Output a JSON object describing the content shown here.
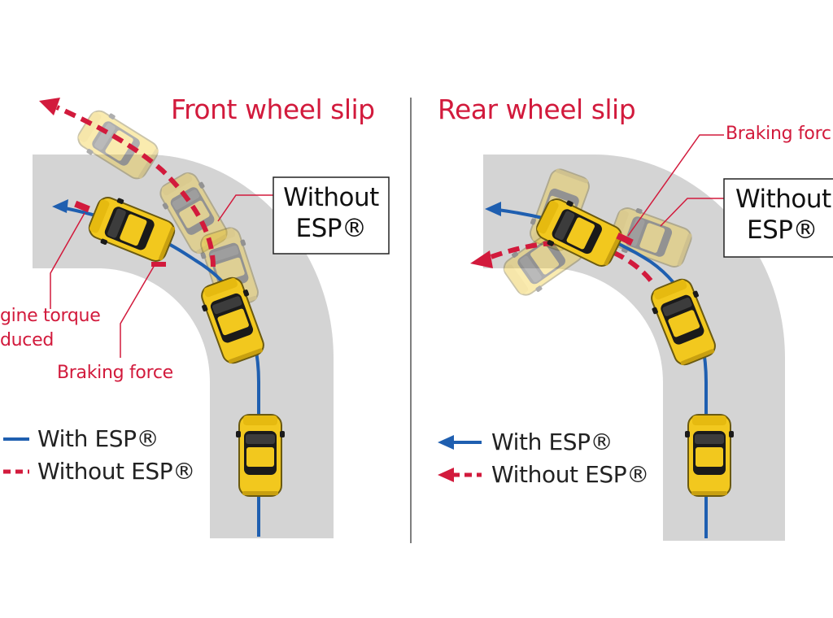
{
  "colors": {
    "with_esp": "#1f5fb0",
    "without_esp": "#d21a3c",
    "road": "#d4d4d4",
    "car_yellow": "#f2c81e"
  },
  "left_panel": {
    "title": "Front wheel slip",
    "callout_box": {
      "line1": "Without",
      "line2": "ESP®"
    },
    "label_engine_line1": "gine torque",
    "label_engine_line2": "duced",
    "label_braking": "Braking force",
    "legend": {
      "with": "With ESP®",
      "without": "Without ESP®"
    }
  },
  "right_panel": {
    "title": "Rear wheel slip",
    "label_braking": "Braking forc",
    "callout_box": {
      "line1": "Without",
      "line2": "ESP®"
    },
    "legend": {
      "with": "With ESP®",
      "without": "Without ESP®"
    }
  }
}
